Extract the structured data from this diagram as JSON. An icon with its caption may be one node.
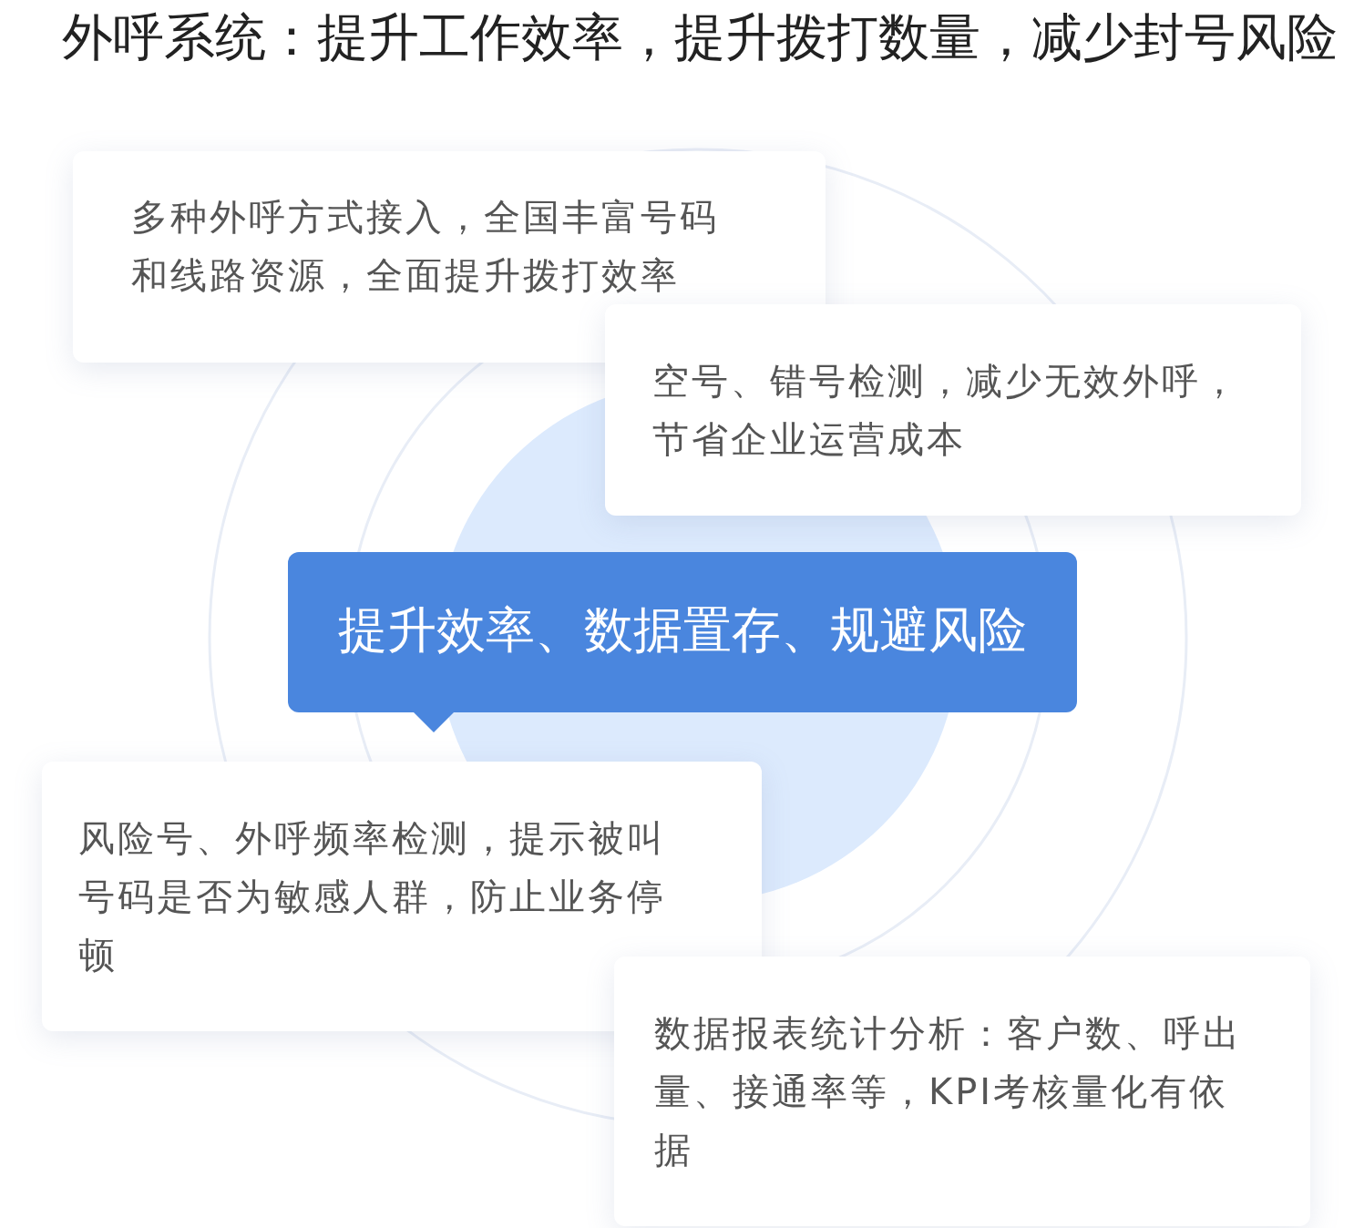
{
  "diagram": {
    "title": "外呼系统：提升工作效率，提升拨打数量，减少封号风险",
    "nodes": [
      {
        "text": [
          "多种外呼方式接入，全国丰富号码和线路资源，全面提升拨打效率"
        ]
      },
      {
        "text": [
          "空号、错号检测，减少无效外呼，节省企业运营成本"
        ]
      },
      {
        "text": [
          "提升效率、数据置存、规避风险"
        ]
      },
      {
        "text": [
          "风险号、外呼频率检测，提示被叫号码是否为敏感人群，防止业务停顿"
        ]
      },
      {
        "text": [
          "数据报表统计分析：客户数、呼出量、接通率等，KPI考核量化有依据"
        ]
      }
    ],
    "edges": []
  }
}
